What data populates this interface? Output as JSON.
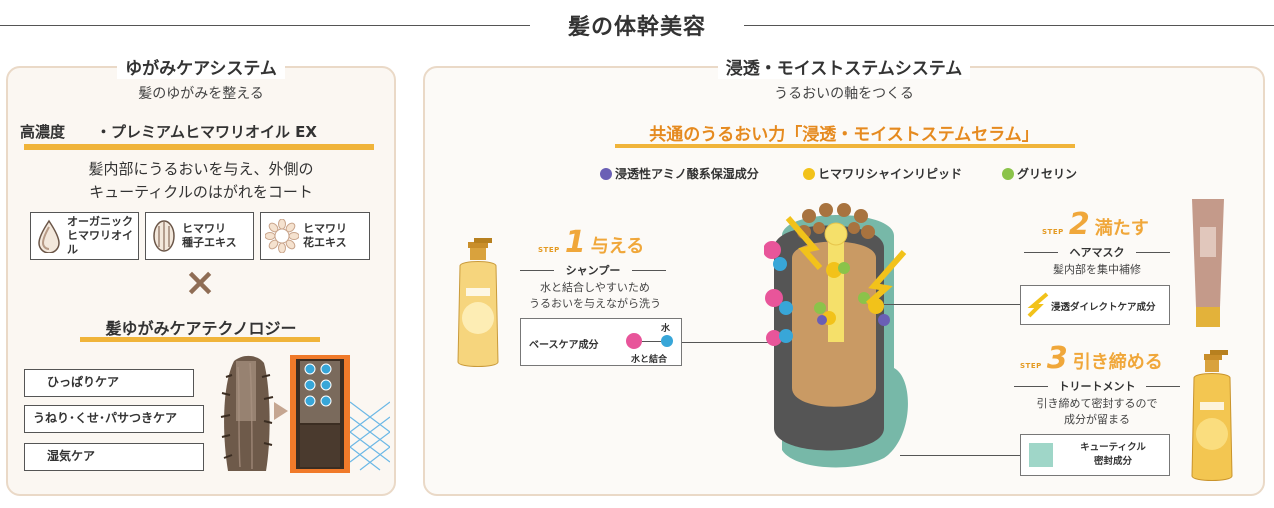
{
  "header": {
    "title": "髪の体幹美容"
  },
  "left": {
    "title": "ゆがみケアシステム",
    "subtitle": "髪のゆがみを整える",
    "concentration_label": "高濃度",
    "oil_label": "・プレミアムヒマワリオイル EX",
    "desc_line1": "髪内部にうるおいを与え、外側の",
    "desc_line2": "キューティクルのはがれをコート",
    "ingredients": [
      {
        "line1": "オーガニック",
        "line2": "ヒマワリオイル"
      },
      {
        "line1": "ヒマワリ",
        "line2": "種子エキス"
      },
      {
        "line1": "ヒマワリ",
        "line2": "花エキス"
      }
    ],
    "times_symbol": "×",
    "tech_title": "髪ゆがみケアテクノロジー",
    "care_items": [
      "ひっぱりケア",
      "うねり･くせ･パサつきケア",
      "湿気ケア"
    ]
  },
  "right": {
    "title": "浸透・モイストステムシステム",
    "subtitle": "うるおいの軸をつくる",
    "serum_title": "共通のうるおい力「浸透・モイストステムセラム」",
    "legend": [
      {
        "label": "浸透性アミノ酸系保湿成分",
        "color": "#6a5fb5"
      },
      {
        "label": "ヒマワリシャインリピッド",
        "color": "#f2c21a"
      },
      {
        "label": "グリセリン",
        "color": "#8bc34a"
      }
    ],
    "step_prefix": "STEP",
    "steps": [
      {
        "num": "1",
        "verb": "与える",
        "product": "シャンプー",
        "desc1": "水と結合しやすいため",
        "desc2": "うるおいを与えながら洗う",
        "box_label": "ベースケア成分",
        "water": "水",
        "bind": "水と結合"
      },
      {
        "num": "2",
        "verb": "満たす",
        "product": "ヘアマスク",
        "desc1": "髪内部を集中補修",
        "box_label": "浸透ダイレクトケア成分"
      },
      {
        "num": "3",
        "verb": "引き締める",
        "product": "トリートメント",
        "desc1": "引き締めて密封するので",
        "desc2": "成分が留まる",
        "box_line1": "キューティクル",
        "box_line2": "密封成分"
      }
    ]
  }
}
